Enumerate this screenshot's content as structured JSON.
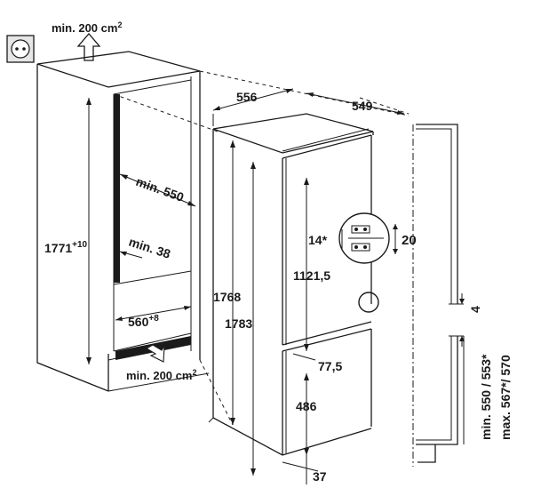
{
  "labels": {
    "vent_top": "min. 200 cm",
    "vent_top_sup": "2",
    "vent_bottom": "min. 200 cm",
    "vent_bottom_sup": "2",
    "niche_height": "1771",
    "niche_height_tol": "+10",
    "niche_depth": "min. 550",
    "min_38": "min. 38",
    "niche_width": "560",
    "niche_width_tol": "+8",
    "unit_width": "556",
    "unit_depth": "549",
    "unit_height_a": "1768",
    "unit_height_b": "1783",
    "upper_door": "1121,5",
    "hinge_a": "14*",
    "hinge_b": "20",
    "dim_775": "77,5",
    "dim_486": "486",
    "dim_37": "37",
    "gap_4": "4",
    "door_range_a": "min. 550 / 553*",
    "door_range_b": "max. 567*/ 570"
  },
  "icons": {
    "socket": "power-socket-icon",
    "vent_up": "arrow-up-icon",
    "vent_in": "arrow-in-icon"
  },
  "colors": {
    "line": "#1a1a1a",
    "seal": "#1a1a1a",
    "socket_fill": "#e6e6e6"
  }
}
